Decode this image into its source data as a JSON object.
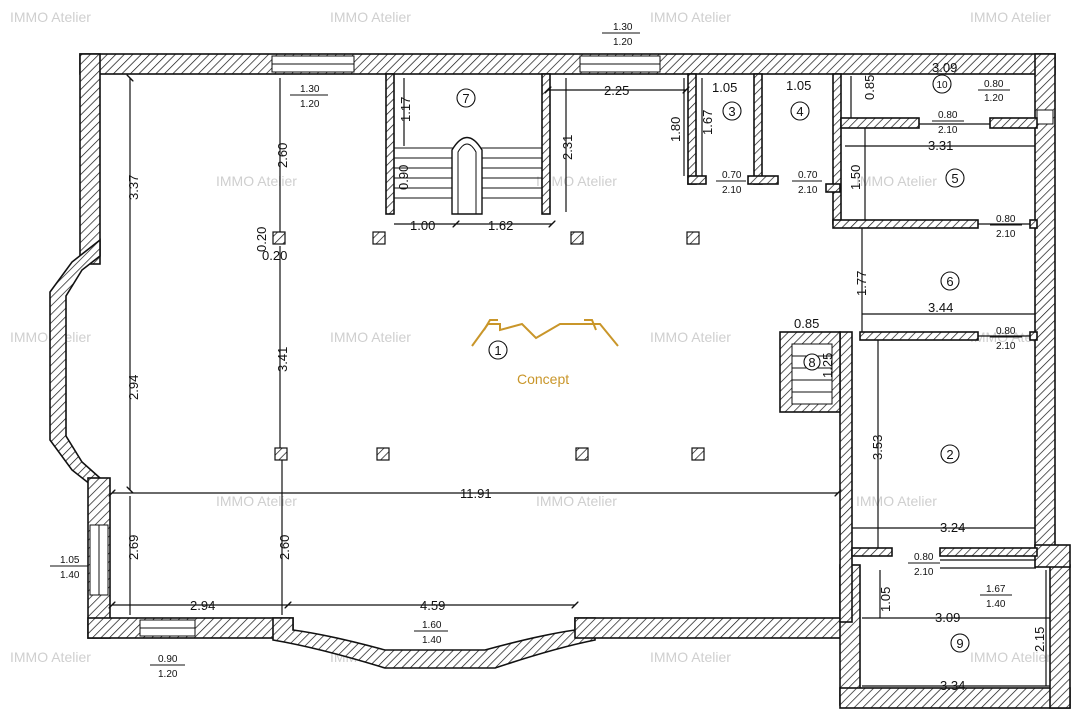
{
  "watermark": "IMMO Atelier",
  "brand": {
    "name": "Concept",
    "color": "#c9962a"
  },
  "rooms": [
    "1",
    "2",
    "3",
    "4",
    "5",
    "6",
    "7",
    "8",
    "9",
    "10"
  ],
  "dimensions": {
    "d_11_91": "11.91",
    "d_4_59": "4.59",
    "d_2_94_bottom": "2.94",
    "d_2_94_left": "2.94",
    "d_3_37": "3.37",
    "d_2_69": "2.69",
    "d_2_60_top": "2.60",
    "d_2_60_bottom": "2.60",
    "d_3_41": "3.41",
    "d_0_20a": "0.20",
    "d_0_20b": "0.20",
    "d_1_17": "1.17",
    "d_0_90": "0.90",
    "d_1_00": "1.00",
    "d_1_62": "1.62",
    "d_2_31": "2.31",
    "d_2_25": "2.25",
    "d_1_80": "1.80",
    "d_1_67": "1.67",
    "d_1_05a": "1.05",
    "d_1_05b": "1.05",
    "d_0_85_top": "0.85",
    "d_3_09_top": "3.09",
    "d_3_31": "3.31",
    "d_1_50": "1.50",
    "d_1_77": "1.77",
    "d_3_44": "3.44",
    "d_0_85_mid": "0.85",
    "d_1_25": "1.25",
    "d_3_53": "3.53",
    "d_3_24": "3.24",
    "d_1_05_r": "1.05",
    "d_3_09_bottom": "3.09",
    "d_2_15": "2.15",
    "d_3_34": "3.34"
  },
  "openings": {
    "w_top_num": "1.30",
    "w_top_den": "1.20",
    "w_top2_num": "1.30",
    "w_top2_den": "1.20",
    "w_left_num": "1.05",
    "w_left_den": "1.40",
    "w_bot_num": "0.90",
    "w_bot_den": "1.20",
    "w_bay_num": "1.60",
    "w_bay_den": "1.40",
    "w_9_num": "1.67",
    "w_9_den": "1.40",
    "w_10_num": "0.80",
    "w_10_den": "1.20",
    "d_10_num": "0.80",
    "d_10_den": "2.10",
    "d_3_num": "0.70",
    "d_3_den": "2.10",
    "d_4_num": "0.70",
    "d_4_den": "2.10",
    "d_5_num": "0.80",
    "d_5_den": "2.10",
    "d_6_num": "0.80",
    "d_6_den": "2.10",
    "d_2_num": "0.80",
    "d_2_den": "2.10"
  }
}
